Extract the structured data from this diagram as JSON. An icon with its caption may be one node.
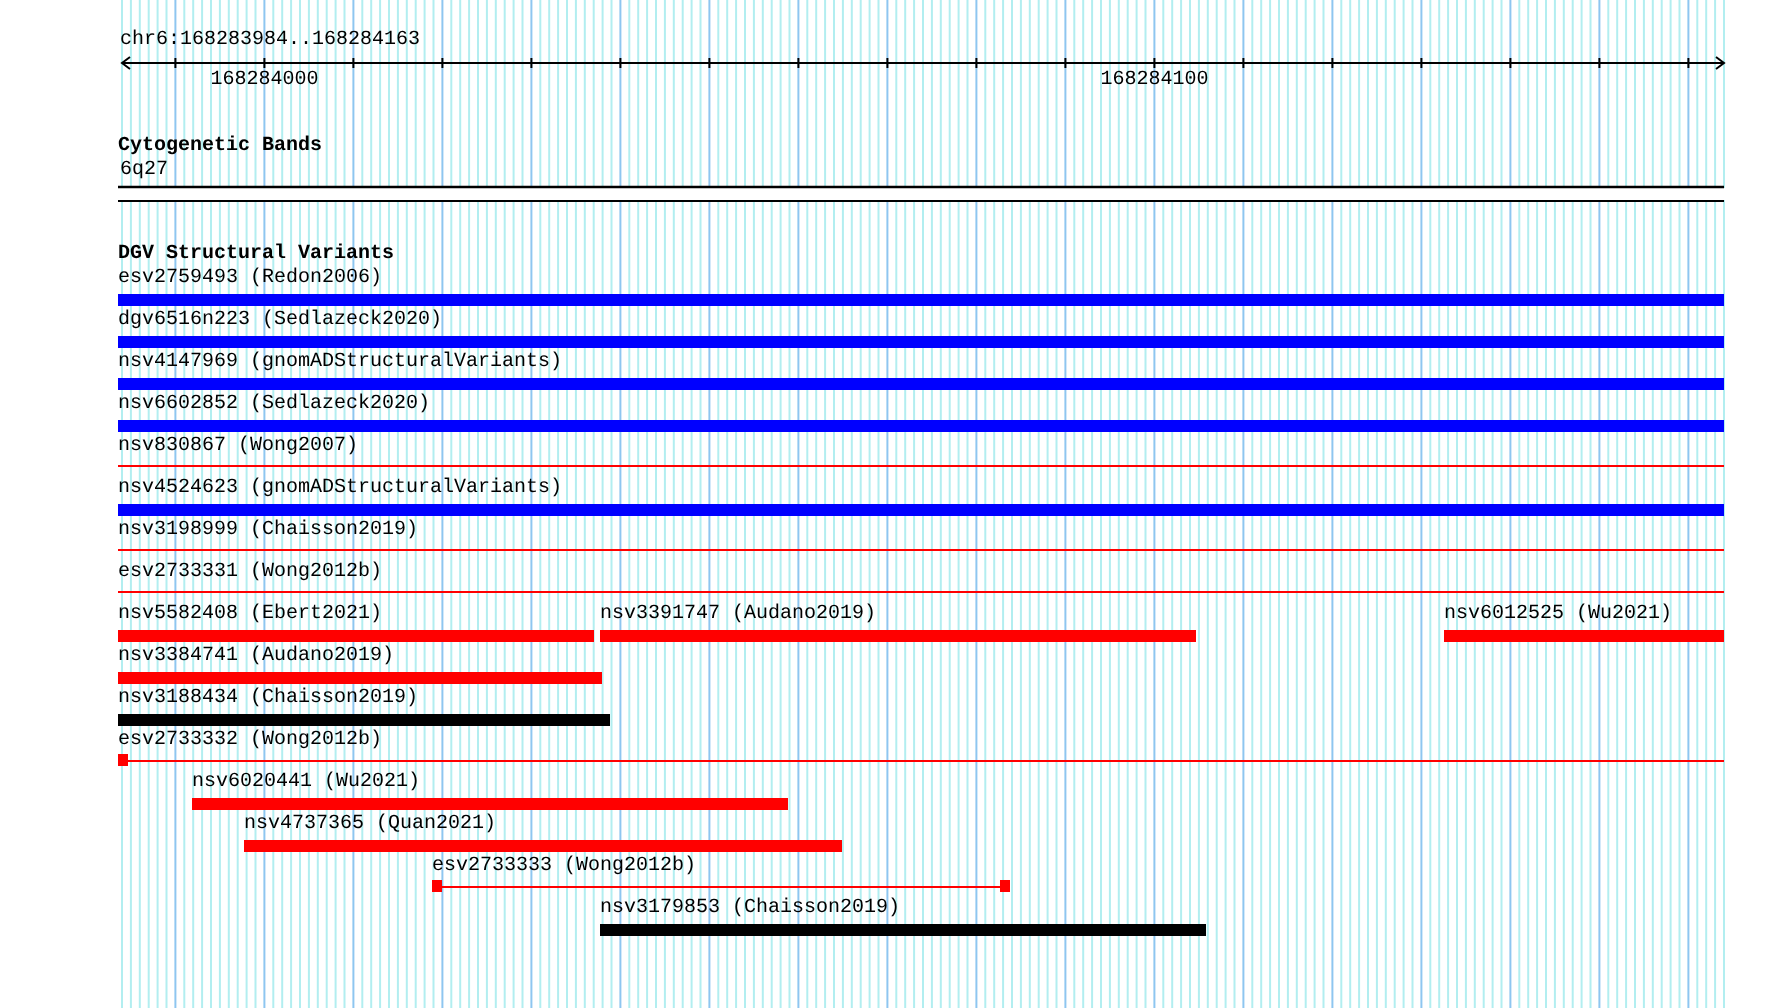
{
  "diagram": {
    "title": "chr6:168283984..168284163",
    "nodes": [
      {
        "text": [
          "esv2759493 (Redon2006)"
        ]
      },
      {
        "text": [
          "dgv6516n223 (Sedlazeck2020)"
        ]
      },
      {
        "text": [
          "nsv4147969 (gnomADStructuralVariants)"
        ]
      },
      {
        "text": [
          "nsv6602852 (Sedlazeck2020)"
        ]
      },
      {
        "text": [
          "nsv830867 (Wong2007)"
        ]
      },
      {
        "text": [
          "nsv4524623 (gnomADStructuralVariants)"
        ]
      },
      {
        "text": [
          "nsv3198999 (Chaisson2019)"
        ]
      },
      {
        "text": [
          "esv2733331 (Wong2012b)"
        ]
      },
      {
        "text": [
          "nsv5582408 (Ebert2021)"
        ]
      },
      {
        "text": [
          "nsv3391747 (Audano2019)"
        ]
      },
      {
        "text": [
          "nsv6012525 (Wu2021)"
        ]
      },
      {
        "text": [
          "nsv3384741 (Audano2019)"
        ]
      },
      {
        "text": [
          "nsv3188434 (Chaisson2019)"
        ]
      },
      {
        "text": [
          "esv2733332 (Wong2012b)"
        ]
      },
      {
        "text": [
          "nsv6020441 (Wu2021)"
        ]
      },
      {
        "text": [
          "nsv4737365 (Quan2021)"
        ]
      },
      {
        "text": [
          "esv2733333 (Wong2012b)"
        ]
      },
      {
        "text": [
          "nsv3179853 (Chaisson2019)"
        ]
      }
    ],
    "labels": [
      "168284000",
      "168284100",
      "Cytogenetic Bands",
      "6q27",
      "DGV Structural Variants"
    ]
  }
}
